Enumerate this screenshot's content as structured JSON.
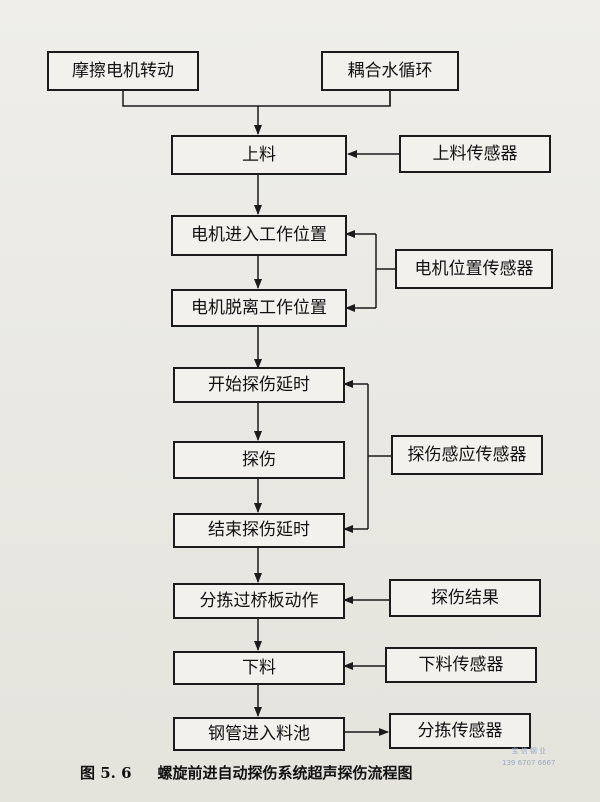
{
  "nodes": {
    "friction_motor": "摩擦电机转动",
    "coupling_water": "耦合水循环",
    "loading": "上料",
    "loading_sensor": "上料传感器",
    "motor_enter": "电机进入工作位置",
    "motor_position_sensor": "电机位置传感器",
    "motor_leave": "电机脱离工作位置",
    "start_delay": "开始探伤延时",
    "flaw_detect": "探伤",
    "flaw_induction_sensor": "探伤感应传感器",
    "end_delay": "结束探伤延时",
    "sort_bridge": "分拣过桥板动作",
    "flaw_result": "探伤结果",
    "unloading": "下料",
    "unloading_sensor": "下料传感器",
    "pipe_to_pool": "钢管进入料池",
    "sort_sensor": "分拣传感器"
  },
  "caption": {
    "figure_number": "图 5. 6",
    "title": "螺旋前进自动探伤系统超声探伤流程图"
  },
  "watermark": {
    "line1": "宝 信 钢 业",
    "line2": "139 6707 6667"
  }
}
